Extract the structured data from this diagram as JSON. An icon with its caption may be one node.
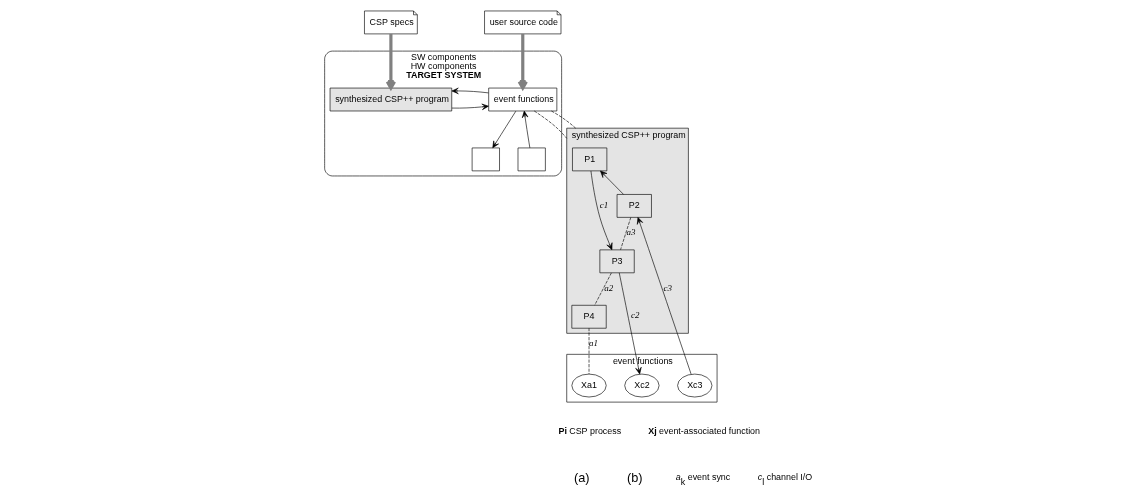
{
  "diagram": {
    "nodes": [
      {
        "text": [
          "CSP specs"
        ]
      },
      {
        "text": [
          "user source code"
        ]
      },
      {
        "text": [
          "SW components",
          "HW components"
        ],
        "beside": [
          "TARGET SYSTEM"
        ]
      },
      {
        "text": [
          "synthesized CSP++ program"
        ],
        "in": 2
      },
      {
        "text": [
          "event functions"
        ],
        "in": 2
      },
      {
        "text": [],
        "shape": "box",
        "in": 2
      },
      {
        "text": [],
        "shape": "box",
        "in": 2
      },
      {
        "text": [
          "synthesized CSP++ program"
        ]
      },
      {
        "text": [
          "P1"
        ],
        "in": 7
      },
      {
        "text": [
          "P3"
        ],
        "in": 7
      },
      {
        "text": [
          "P2"
        ],
        "in": 7
      },
      {
        "text": [
          "P4"
        ],
        "in": 7
      },
      {
        "text": [
          "event functions"
        ]
      },
      {
        "text": [
          "Xc2"
        ],
        "in": 12
      },
      {
        "text": [
          "Xc3"
        ],
        "in": 12
      },
      {
        "text": [
          "Xa1"
        ],
        "in": 12
      }
    ],
    "edges": [
      {
        "from": 0,
        "to": 3,
        "arrow": "to",
        "style": "thick",
        "color": "#808080"
      },
      {
        "from": 1,
        "to": 4,
        "arrow": "to",
        "style": "thick",
        "color": "#808080"
      },
      {
        "from": 3,
        "to": 4,
        "arrow": "to"
      },
      {
        "from": 4,
        "to": 3,
        "arrow": "to"
      },
      {
        "from": 4,
        "to": 5,
        "arrow": "to"
      },
      {
        "from": 6,
        "to": 4,
        "arrow": "to"
      },
      {
        "from": 4,
        "to": 7,
        "arrow": "none",
        "style": "dashed"
      },
      {
        "from": 4,
        "to": 7,
        "arrow": "none",
        "style": "dashed"
      },
      {
        "from": 8,
        "to": 9,
        "label": "c1",
        "arrow": "to"
      },
      {
        "from": 10,
        "to": 8,
        "arrow": "to"
      },
      {
        "from": 10,
        "to": 9,
        "label": "a3",
        "arrow": "none",
        "style": "dashed"
      },
      {
        "from": 9,
        "to": 11,
        "label": "a2",
        "arrow": "none",
        "style": "dashed"
      },
      {
        "from": 9,
        "to": 13,
        "label": "c2",
        "arrow": "to"
      },
      {
        "from": 14,
        "to": 10,
        "label": "c3",
        "arrow": "to"
      },
      {
        "from": 11,
        "to": 15,
        "label": "a1",
        "arrow": "none",
        "style": "dashed"
      }
    ],
    "labels": [
      "(a)",
      "(b)",
      "**Pi** CSP process",
      "**Xj** event-associated function"
    ],
    "legend": [
      {
        "text": "*a*$_{k}$ event sync"
      },
      {
        "text": "*c*$_{l}$ channel I/O"
      }
    ]
  }
}
